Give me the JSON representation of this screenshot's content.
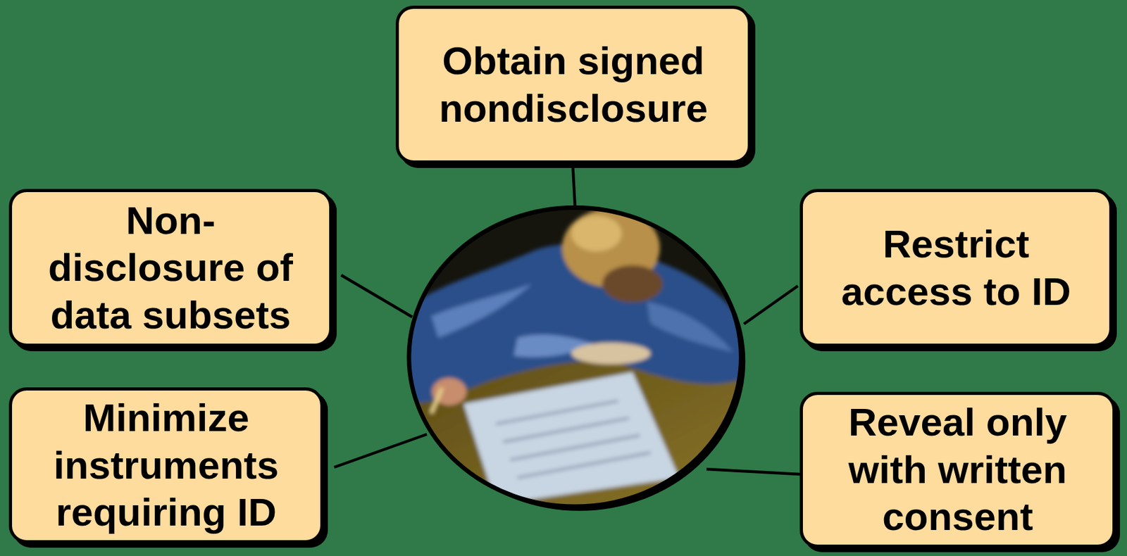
{
  "diagram": {
    "nodes": [
      {
        "text": [
          "Obtain signed nondisclosure"
        ]
      },
      {
        "text": [
          "Non- disclosure of data subsets"
        ]
      },
      {
        "text": [
          "Restrict access to ID"
        ]
      },
      {
        "text": [
          "Minimize instruments requiring ID"
        ]
      },
      {
        "text": [
          "Reveal only with written consent"
        ]
      }
    ]
  }
}
